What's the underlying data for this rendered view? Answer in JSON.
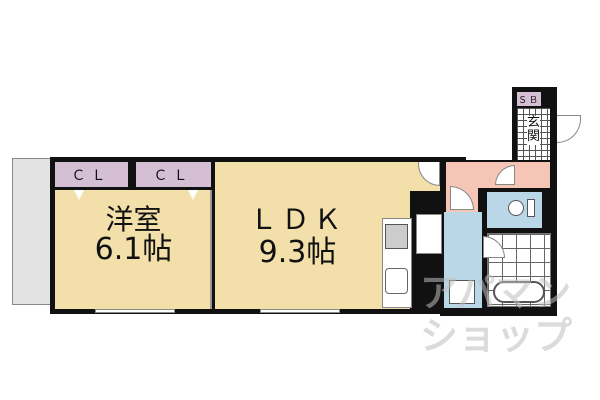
{
  "floorplan": {
    "colors": {
      "room": "#f2dfaa",
      "closet": "#d5bfd5",
      "hall": "#f5c6b6",
      "wet": "#b9d7e6",
      "balcony": "#e3e3e3",
      "wall": "#111111"
    },
    "rooms": {
      "western_room": {
        "name": "洋室",
        "size": "6.1帖"
      },
      "ldk": {
        "name": "ＬＤＫ",
        "size": "9.3帖"
      },
      "closet_1": {
        "label": "ＣＬ"
      },
      "closet_2": {
        "label": "ＣＬ"
      },
      "shoe_box": {
        "label": "ＳＢ"
      },
      "entrance": {
        "label_1": "玄",
        "label_2": "関"
      }
    },
    "watermark": {
      "line_1": "アパマン",
      "line_2": "ショップ"
    }
  }
}
